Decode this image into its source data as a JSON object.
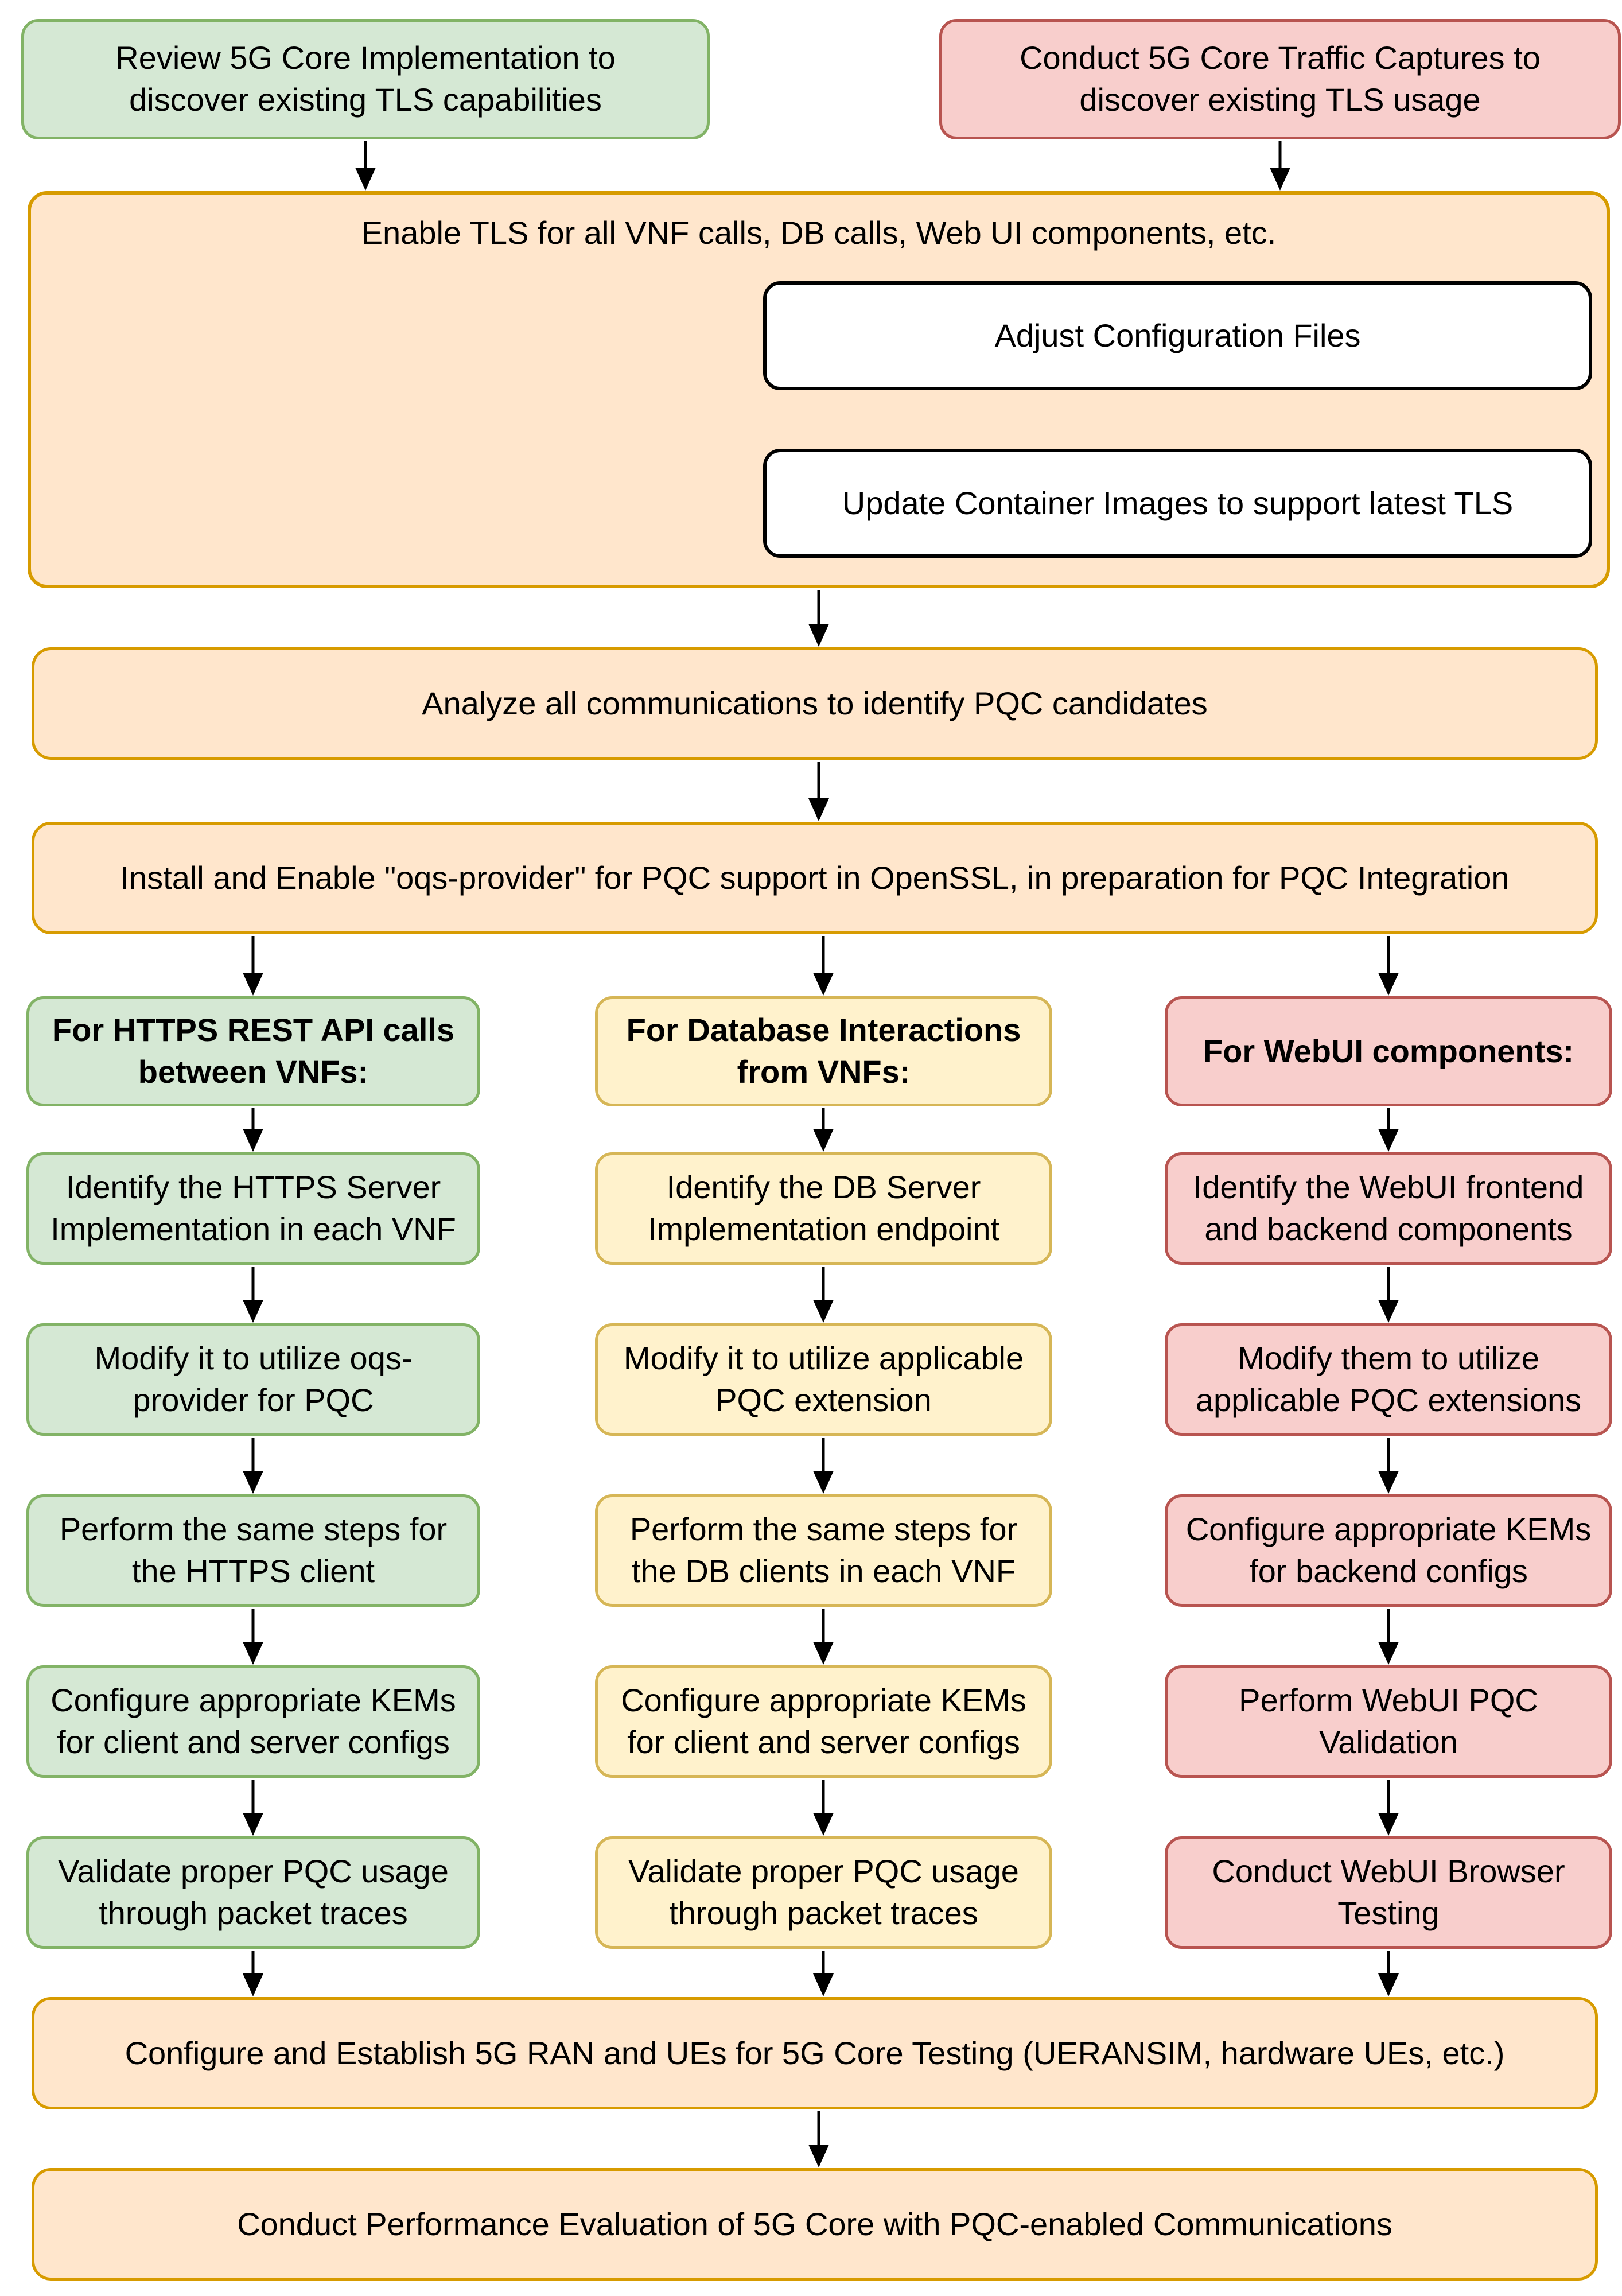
{
  "diagram": {
    "top": {
      "review": "Review 5G Core Implementation to\ndiscover existing TLS capabilities",
      "captures": "Conduct 5G Core Traffic Captures to\ndiscover existing TLS usage"
    },
    "enable_tls": {
      "title": "Enable TLS for all VNF calls, DB calls, Web UI components, etc.",
      "adjust": "Adjust Configuration Files",
      "update": "Update Container Images to support latest TLS"
    },
    "analyze": "Analyze all communications to identify PQC candidates",
    "install": "Install and Enable \"oqs-provider\" for PQC support in OpenSSL, in preparation for PQC Integration",
    "columns": [
      {
        "header": "For HTTPS REST API calls\nbetween VNFs:",
        "steps": [
          "Identify the HTTPS Server\nImplementation in each VNF",
          "Modify it to utilize oqs-\nprovider for PQC",
          "Perform the same steps for\nthe HTTPS client",
          "Configure appropriate KEMs\nfor client and server configs",
          "Validate proper PQC usage\nthrough packet traces"
        ]
      },
      {
        "header": "For Database Interactions\nfrom VNFs:",
        "steps": [
          "Identify the DB Server\nImplementation endpoint",
          "Modify it to utilize applicable\nPQC extension",
          "Perform the same steps for\nthe DB clients in each VNF",
          "Configure appropriate KEMs\nfor client and server configs",
          "Validate proper PQC usage\nthrough packet traces"
        ]
      },
      {
        "header": "For WebUI components:",
        "steps": [
          "Identify the WebUI frontend\nand backend components",
          "Modify them to utilize\napplicable PQC extensions",
          "Configure appropriate KEMs\nfor backend configs",
          "Perform WebUI PQC\nValidation",
          "Conduct WebUI Browser\nTesting"
        ]
      }
    ],
    "ran_testing": "Configure and Establish 5G RAN and UEs for 5G Core Testing (UERANSIM, hardware UEs, etc.)",
    "performance": "Conduct Performance Evaluation of 5G Core with PQC-enabled Communications",
    "colors": {
      "green_fill": "#d5e8d4",
      "green_stroke": "#82b366",
      "yellow_fill": "#fff2cc",
      "yellow_stroke": "#d6b656",
      "red_fill": "#f8cecc",
      "red_stroke": "#b85450",
      "orange_fill": "#ffe6cc",
      "orange_stroke": "#d79b00",
      "white_fill": "#ffffff",
      "box_text": "#000000",
      "arrow": "#000000"
    }
  }
}
